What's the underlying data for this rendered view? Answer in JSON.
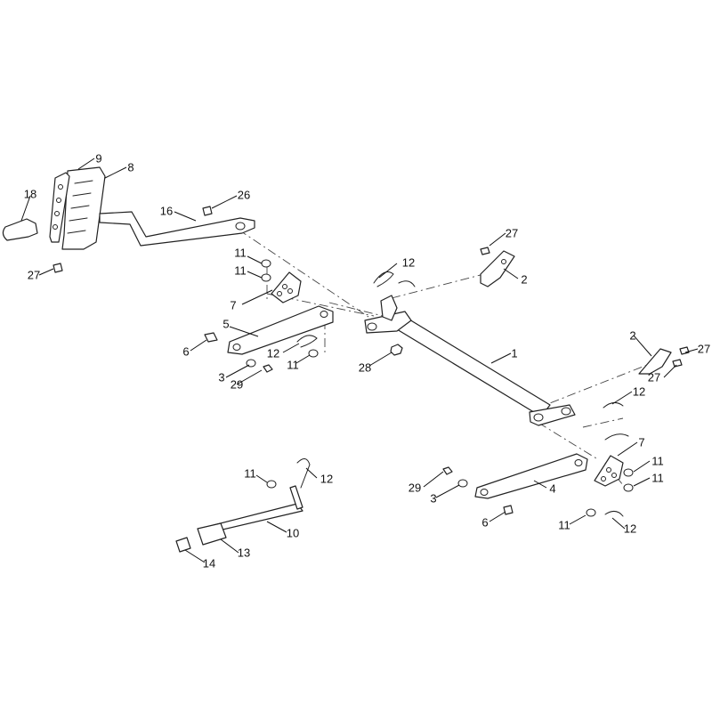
{
  "callouts": [
    {
      "label": "1"
    },
    {
      "label": "2"
    },
    {
      "label": "2"
    },
    {
      "label": "3"
    },
    {
      "label": "3"
    },
    {
      "label": "4"
    },
    {
      "label": "5"
    },
    {
      "label": "6"
    },
    {
      "label": "6"
    },
    {
      "label": "7"
    },
    {
      "label": "7"
    },
    {
      "label": "8"
    },
    {
      "label": "9"
    },
    {
      "label": "10"
    },
    {
      "label": "11"
    },
    {
      "label": "11"
    },
    {
      "label": "11"
    },
    {
      "label": "11"
    },
    {
      "label": "11"
    },
    {
      "label": "11"
    },
    {
      "label": "11"
    },
    {
      "label": "12"
    },
    {
      "label": "12"
    },
    {
      "label": "12"
    },
    {
      "label": "12"
    },
    {
      "label": "12"
    },
    {
      "label": "13"
    },
    {
      "label": "14"
    },
    {
      "label": "16"
    },
    {
      "label": "18"
    },
    {
      "label": "26"
    },
    {
      "label": "27"
    },
    {
      "label": "27"
    },
    {
      "label": "27"
    },
    {
      "label": "27"
    },
    {
      "label": "28"
    },
    {
      "label": "29"
    },
    {
      "label": "29"
    }
  ]
}
